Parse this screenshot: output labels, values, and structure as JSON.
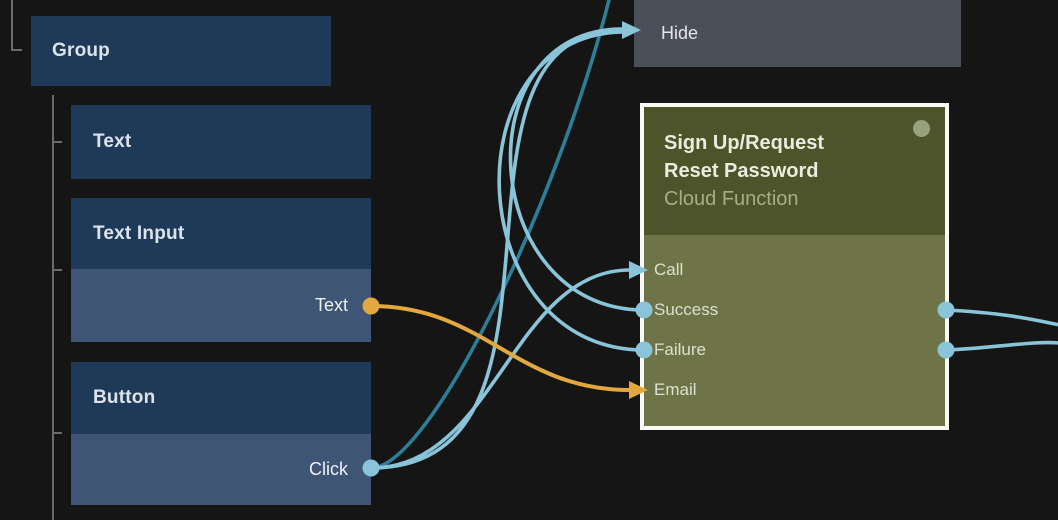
{
  "editor": {
    "background": "#151515"
  },
  "nodes": {
    "group": {
      "label": "Group"
    },
    "text": {
      "label": "Text"
    },
    "text_input": {
      "label": "Text Input",
      "output_port": "Text"
    },
    "button": {
      "label": "Button",
      "output_port": "Click"
    },
    "hide": {
      "label": "Hide"
    },
    "cloud_function": {
      "title_line1": "Sign Up/Request",
      "title_line2": "Reset Password",
      "subtitle": "Cloud Function",
      "input_ports": [
        "Call",
        "Success",
        "Failure",
        "Email"
      ],
      "output_ports": [
        "Success",
        "Failure"
      ]
    }
  },
  "connections": [
    {
      "from": "TextInput.Text",
      "to": "CloudFunction.Email",
      "color": "#e2a83d"
    },
    {
      "from": "Button.Click",
      "to": "CloudFunction.Call",
      "color": "#8ac4d8"
    },
    {
      "from": "Button.Click",
      "to": "Hide",
      "color": "#8ac4d8"
    },
    {
      "from": "CloudFunction.Success",
      "to": "Hide",
      "color": "#8ac4d8"
    },
    {
      "from": "CloudFunction.Failure",
      "to": "Hide",
      "color": "#8ac4d8"
    },
    {
      "from": "Button.Click",
      "to": "offscreen-top",
      "color": "#2d7e96"
    },
    {
      "from": "CloudFunction.Success",
      "to": "offscreen-right",
      "color": "#8ac4d8"
    },
    {
      "from": "CloudFunction.Failure",
      "to": "offscreen-right",
      "color": "#8ac4d8"
    }
  ],
  "colors": {
    "node_header_blue": "#1f3a59",
    "node_body_blue": "#3f5575",
    "node_gray": "#4a4f59",
    "function_header_green": "#4d5429",
    "function_body_green": "#6e7447",
    "function_border": "#fafaf5",
    "status_dot": "#96a17e",
    "wire_signal_blue": "#8ac4d8",
    "wire_signal_teal": "#2d7e96",
    "wire_data_orange": "#e2a83d",
    "tree_line_gray": "#6a6a6a"
  }
}
